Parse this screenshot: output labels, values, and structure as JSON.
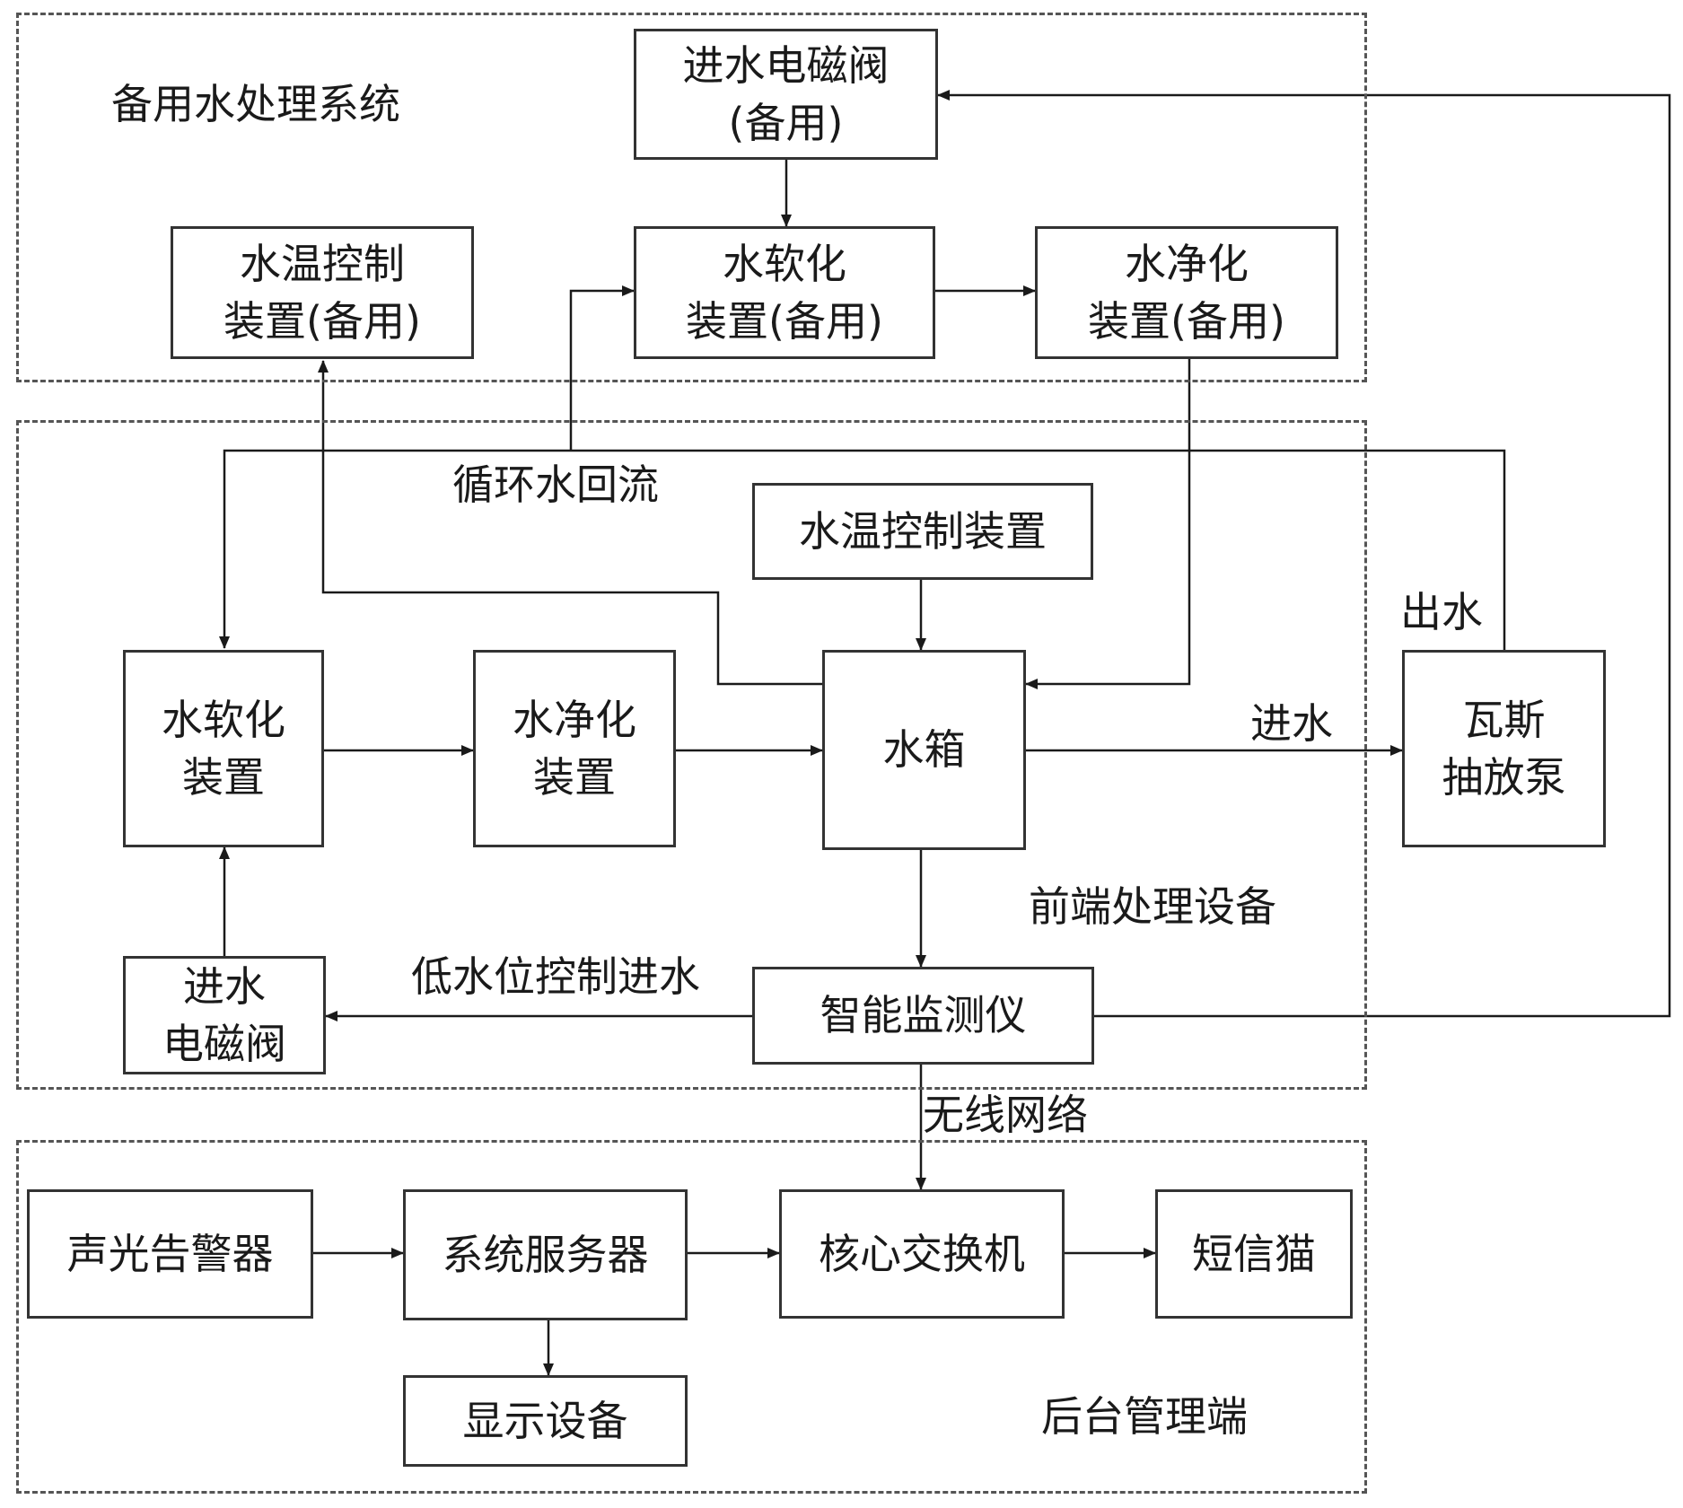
{
  "groups": {
    "backup": "备用水处理系统",
    "frontend": "前端处理设备",
    "backend": "后台管理端"
  },
  "boxes": {
    "backup_inlet_valve": [
      "进水电磁阀",
      "(备用)"
    ],
    "backup_temp_control": [
      "水温控制",
      "装置(备用)"
    ],
    "backup_softener": [
      "水软化",
      "装置(备用)"
    ],
    "backup_purifier": [
      "水净化",
      "装置(备用)"
    ],
    "temp_control": [
      "水温控制装置"
    ],
    "softener": [
      "水软化",
      "装置"
    ],
    "purifier": [
      "水净化",
      "装置"
    ],
    "water_tank": [
      "水箱"
    ],
    "gas_pump": [
      "瓦斯",
      "抽放泵"
    ],
    "inlet_valve": [
      "进水",
      "电磁阀"
    ],
    "monitor": [
      "智能监测仪"
    ],
    "alarm": [
      "声光告警器"
    ],
    "server": [
      "系统服务器"
    ],
    "core_switch": [
      "核心交换机"
    ],
    "sms_modem": [
      "短信猫"
    ],
    "display": [
      "显示设备"
    ]
  },
  "edge_labels": {
    "recirculation": "循环水回流",
    "water_out": "出水",
    "water_in": "进水",
    "low_level_intake": "低水位控制进水",
    "wireless": "无线网络"
  },
  "colors": {
    "line": "#1a1a1a",
    "box_border": "#333333",
    "group_border": "#555555"
  }
}
